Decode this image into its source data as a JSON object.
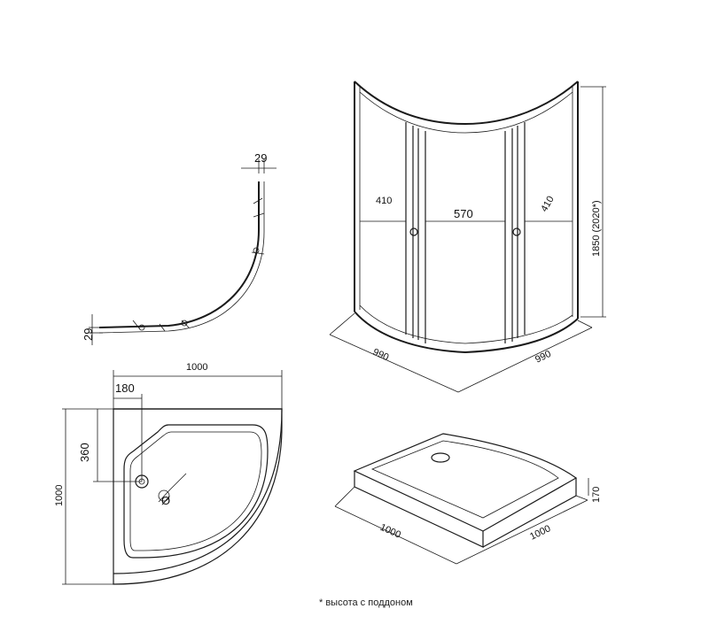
{
  "dims": {
    "profile_top": "29",
    "profile_left": "29",
    "tray_width": "1000",
    "tray_height": "1000",
    "drain_x": "180",
    "drain_y": "360",
    "door_left": "410",
    "door_center": "570",
    "door_right": "410",
    "cabin_height": "1850 (2020*)",
    "cabin_depth_left": "990",
    "cabin_depth_right": "990",
    "tray3d_left": "1000",
    "tray3d_right": "1000",
    "tray3d_height": "170",
    "drain_symbol": "Ø"
  },
  "footnote": "* высота с поддоном"
}
